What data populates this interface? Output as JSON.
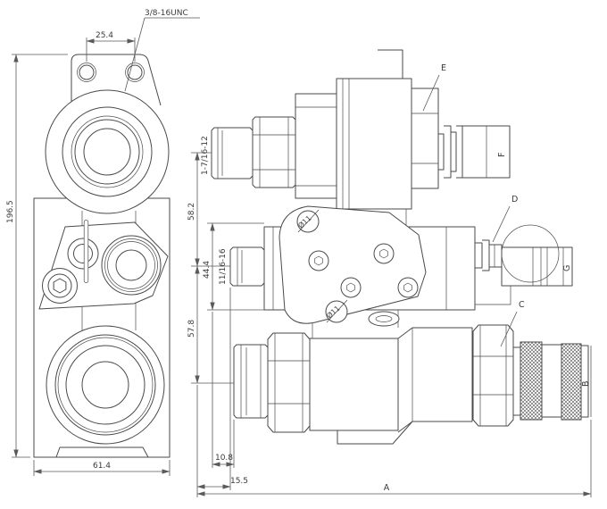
{
  "diagram": {
    "type": "engineering-drawing",
    "description": "Two-view technical line drawing of a hydraulic quick-coupler manifold valve assembly with dimensions and thread callouts",
    "colors": {
      "line": "#4a4a4a",
      "dimension": "#5a5a5a",
      "background": "#ffffff"
    },
    "labels": {
      "thread_lug": "3/8-16UNC",
      "dim_lug_holes": "25.4",
      "dim_height": "196.5",
      "dim_width": "61.4",
      "thread_top_port": "1-7/16-12",
      "thread_mid_port": "11/16-16",
      "dim_top_span": "58.2",
      "dim_mid_span": "44.4",
      "dim_bottom_span": "57.8",
      "dim_offset_small": "10.8",
      "dim_offset_large": "15.5",
      "dia_plate_hole_top": "Ø11",
      "dia_plate_hole_bottom": "Ø11",
      "callout_overall": "A",
      "callout_coupler_b": "B",
      "callout_hex_c": "C",
      "callout_fitting_d": "D",
      "callout_hex_e": "E",
      "callout_nipple_f": "F",
      "callout_coupler_g": "G"
    }
  }
}
